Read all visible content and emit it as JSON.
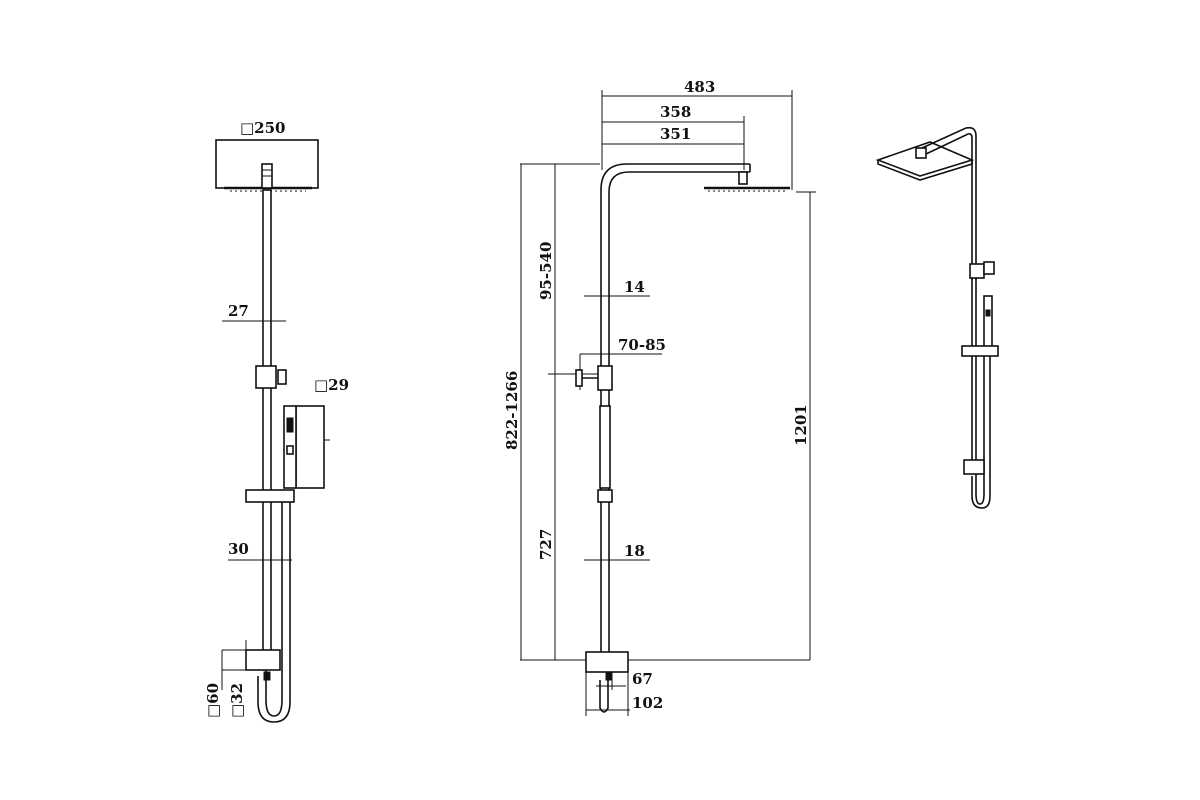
{
  "front_view": {
    "head_size": "□250",
    "arm_offset": "27",
    "handset_size": "□29",
    "rail_offset": "30",
    "base_size": "□60",
    "bracket_size": "□32"
  },
  "side_view": {
    "total_width": "483",
    "arm_length": "358",
    "arm_length_inner": "351",
    "pipe_width_top": "14",
    "diverter_range": "70-85",
    "pipe_width_bottom": "18",
    "adjust_range": "95-540",
    "total_height_range": "822-1266",
    "lower_height": "727",
    "height": "1201",
    "base_depth": "67",
    "base_width": "102"
  }
}
